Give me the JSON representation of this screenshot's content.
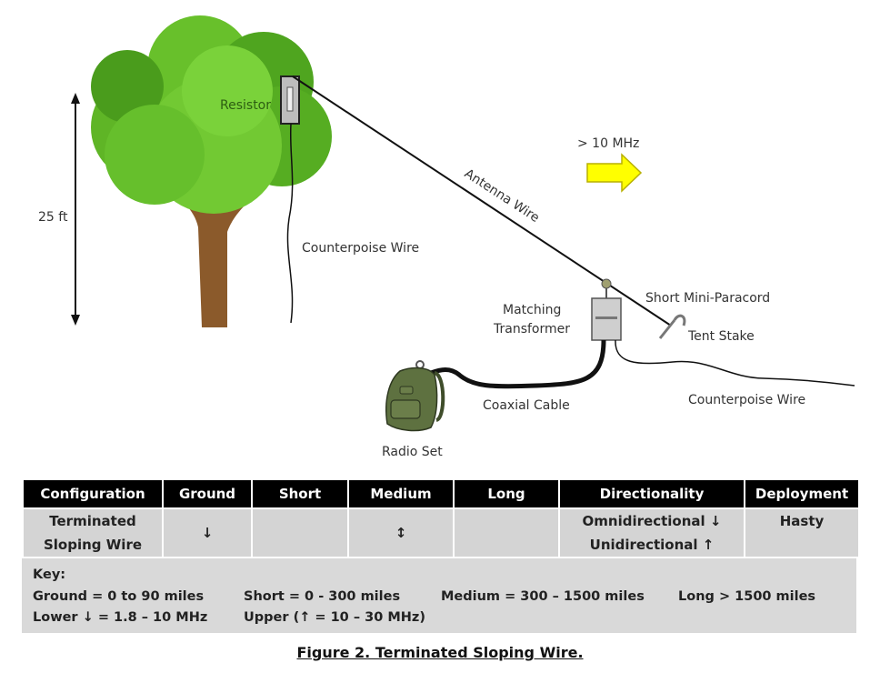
{
  "diagram": {
    "labels": {
      "height": "25 ft",
      "resistor": "Resistor",
      "counterpoise_tree": "Counterpoise Wire",
      "antenna_wire": "Antenna Wire",
      "frequency": "> 10 MHz",
      "matching_line1": "Matching",
      "matching_line2": "Transformer",
      "paracord": "Short Mini-Paracord",
      "tent_stake": "Tent Stake",
      "coax": "Coaxial Cable",
      "counterpoise_ground": "Counterpoise Wire",
      "radio": "Radio Set"
    },
    "colors": {
      "arrow_fill": "#ffff00",
      "arrow_stroke": "#b8b000",
      "foliage": "#6cc62a",
      "trunk": "#8b5a2b",
      "backpack": "#5e7140"
    }
  },
  "table": {
    "headers": [
      "Configuration",
      "Ground",
      "Short",
      "Medium",
      "Long",
      "Directionality",
      "Deployment"
    ],
    "row": {
      "configuration_line1": "Terminated",
      "configuration_line2": "Sloping Wire",
      "ground": "↓",
      "short": "",
      "medium": "↕",
      "long": "",
      "directionality_line1": "Omnidirectional ↓",
      "directionality_line2": "Unidirectional ↑",
      "deployment": "Hasty"
    }
  },
  "key": {
    "title": "Key:",
    "ground": "Ground = 0 to 90 miles",
    "short": "Short = 0 - 300 miles",
    "medium": "Medium = 300 – 1500 miles",
    "long": "Long > 1500 miles",
    "lower": "Lower ↓ = 1.8 – 10 MHz",
    "upper": "Upper (↑ = 10 – 30 MHz)"
  },
  "caption": "Figure 2. Terminated Sloping Wire."
}
